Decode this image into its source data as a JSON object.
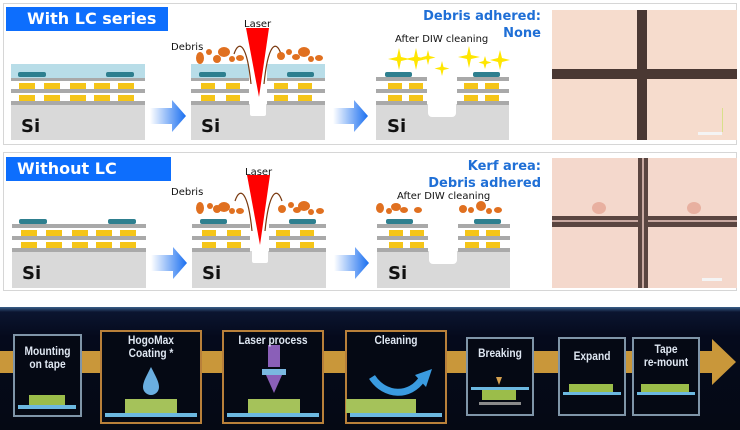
{
  "with_lc": {
    "title": "With LC series",
    "result_line1": "Debris adhered:",
    "result_line2": "None",
    "stage_labels": {
      "substrate": "Si",
      "debris": "Debris",
      "laser": "Laser",
      "after": "After DIW cleaning"
    }
  },
  "without_lc": {
    "title": "Without LC series",
    "result_line1": "Kerf area:",
    "result_line2": "Debris adhered",
    "stage_labels": {
      "substrate": "Si",
      "debris": "Debris",
      "laser": "Laser",
      "after": "After DIW cleaning"
    }
  },
  "colors": {
    "badge": "#0d6efd",
    "result_text": "#1f6fd6",
    "laser": "#ff0000",
    "debris": "#e07020",
    "coating": "#b8dde8",
    "pad": "#2e7f8f",
    "bump": "#f5c518",
    "layer": "#a9a9a9",
    "silicon": "#d9d9d9",
    "sparkle": "#ffe600",
    "arrow": "#1a73e8",
    "flow_bar": "#c9973a"
  },
  "process_flow": {
    "steps": [
      {
        "label_line1": "Mounting",
        "label_line2": "on tape",
        "highlighted": false
      },
      {
        "label_line1": "HogoMax",
        "label_line2": "Coating *",
        "highlighted": true
      },
      {
        "label_line1": "Laser process",
        "label_line2": "",
        "highlighted": true
      },
      {
        "label_line1": "Cleaning",
        "label_line2": "",
        "highlighted": true
      },
      {
        "label_line1": "Breaking",
        "label_line2": "",
        "highlighted": false
      },
      {
        "label_line1": "Expand",
        "label_line2": "",
        "highlighted": false
      },
      {
        "label_line1": "Tape",
        "label_line2": "re-mount",
        "highlighted": false
      }
    ]
  }
}
